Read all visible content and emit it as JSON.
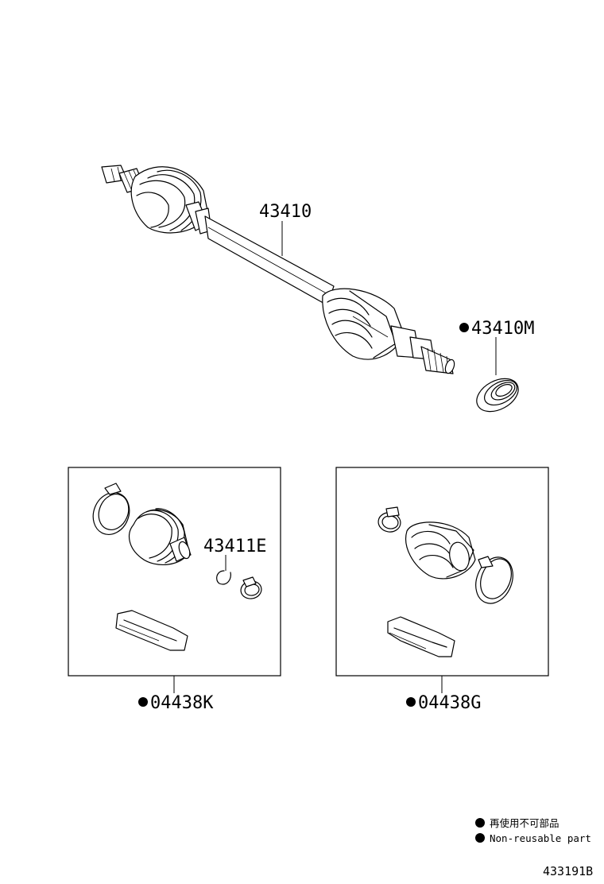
{
  "parts": {
    "main_shaft": "43410",
    "seal": "43410M",
    "snap_ring": "43411E",
    "boot_kit_left": "04438K",
    "boot_kit_right": "04438G"
  },
  "legend": {
    "jp": "再使用不可部品",
    "en": "Non-reusable part"
  },
  "figure_number": "433191B",
  "colors": {
    "line": "#000000",
    "background": "#ffffff"
  }
}
